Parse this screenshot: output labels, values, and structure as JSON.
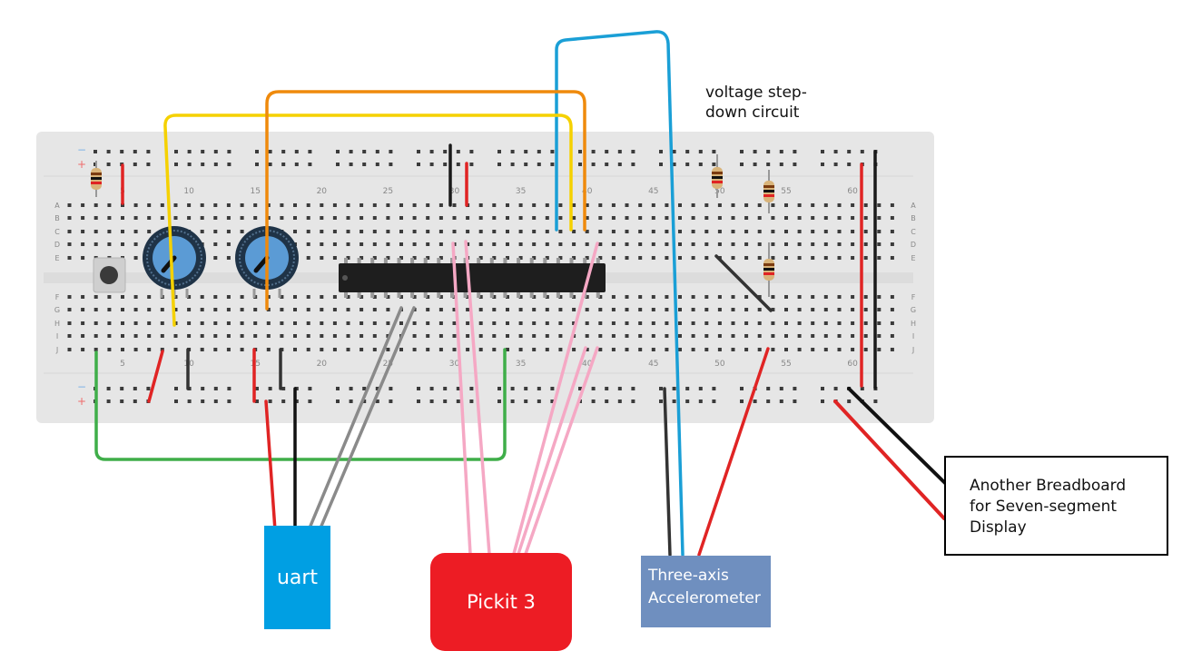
{
  "annotations": {
    "voltage_stepdown": "voltage step-down circuit"
  },
  "modules": {
    "uart": "uart",
    "pickit": "Pickit 3",
    "accelerometer": "Three-axis Accelerometer",
    "another_breadboard": "Another Breadboard for Seven-segment Display"
  },
  "breadboard": {
    "row_letters_top": [
      "A",
      "B",
      "C",
      "D",
      "E"
    ],
    "row_letters_bottom": [
      "F",
      "G",
      "H",
      "I",
      "J"
    ],
    "column_numbers": [
      "5",
      "10",
      "15",
      "20",
      "25",
      "30",
      "35",
      "40",
      "45",
      "50",
      "55",
      "60"
    ],
    "rail_minus": "−",
    "rail_plus": "+"
  },
  "colors": {
    "board": "#e6e6e6",
    "yellow_wire": "#f5d100",
    "orange_wire": "#ef8a0c",
    "blue_wire": "#1a9fd6",
    "pink_wire": "#f5a8c4",
    "green_wire": "#3fae49",
    "red_wire": "#e02424",
    "black_wire": "#1a1a1a",
    "grey_wire": "#8a8a8a",
    "uart_box": "#009fe3",
    "pickit_box": "#ed1c24",
    "accelerometer_box": "#6f8fbf"
  }
}
